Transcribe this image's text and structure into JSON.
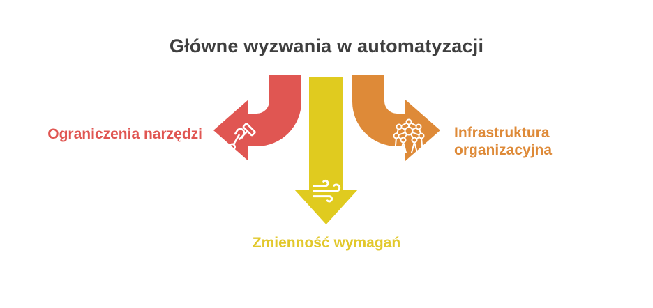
{
  "title": "Główne wyzwania w automatyzacji",
  "colors": {
    "title_text": "#3F3F3F",
    "red": "#E05652",
    "yellow": "#E0CB1F",
    "orange": "#DE8A38",
    "icon_stroke": "#FFFFFF",
    "background": "#FFFFFF"
  },
  "challenges": [
    {
      "label": "Ograniczenia narzędzi",
      "color": "#E05652",
      "icon": "tools-icon",
      "arrow": "curved-left"
    },
    {
      "label": "Zmienność wymagań",
      "color": "#E0CB1F",
      "icon": "wind-icon",
      "arrow": "straight-down"
    },
    {
      "label": "Infrastruktura organizacyjna",
      "color": "#DE8A38",
      "icon": "organization-network-icon",
      "arrow": "curved-right"
    }
  ]
}
